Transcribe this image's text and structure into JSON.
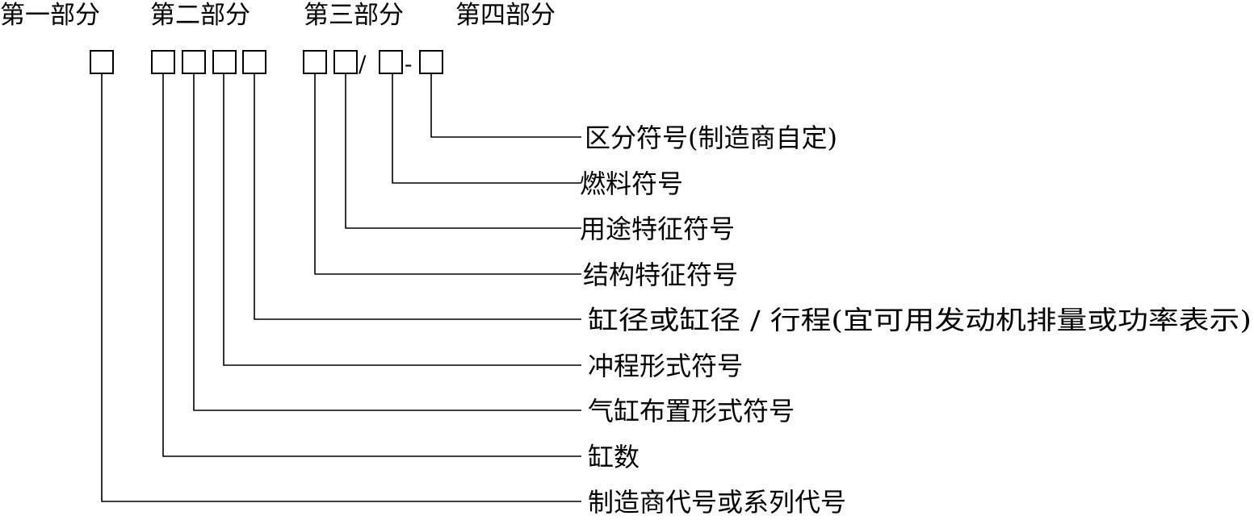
{
  "headers": [
    {
      "id": "part1",
      "text": "第一部分"
    },
    {
      "id": "part2",
      "text": "第二部分"
    },
    {
      "id": "part3",
      "text": "第三部分"
    },
    {
      "id": "part4",
      "text": "第四部分"
    }
  ],
  "code": {
    "slash": "/",
    "dash": "-"
  },
  "labels": [
    {
      "id": "distinguish",
      "text": "区分符号(制造商自定)"
    },
    {
      "id": "fuel",
      "text": "燃料符号"
    },
    {
      "id": "usage",
      "text": "用途特征符号"
    },
    {
      "id": "structure",
      "text": "结构特征符号"
    },
    {
      "id": "bore",
      "text": "缸径或缸径 / 行程(宜可用发动机排量或功率表示)"
    },
    {
      "id": "stroke",
      "text": "冲程形式符号"
    },
    {
      "id": "arrangement",
      "text": "气缸布置形式符号"
    },
    {
      "id": "cylinders",
      "text": "缸数"
    },
    {
      "id": "manufacturer",
      "text": "制造商代号或系列代号"
    }
  ],
  "colors": {
    "line": "#000000",
    "text": "#000000",
    "background": "#ffffff"
  }
}
